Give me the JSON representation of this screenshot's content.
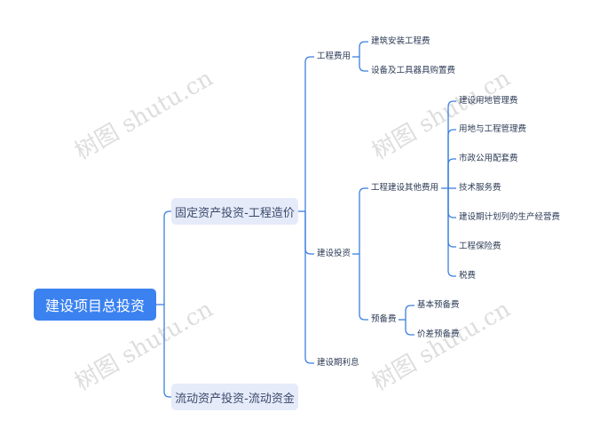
{
  "watermark": "树图 shutu.cn",
  "colors": {
    "line": "#3b7fe0",
    "root_bg": "#3b82f0",
    "l1_bg": "#e6ebfa",
    "text": "#2b3a55"
  },
  "root": {
    "label": "建设项目总投资"
  },
  "branches": [
    {
      "label": "固定资产投资-工程造价",
      "children": [
        {
          "label": "工程费用",
          "children": [
            {
              "label": "建筑安装工程费"
            },
            {
              "label": "设备及工具器具购置费"
            }
          ]
        },
        {
          "label": "建设投资",
          "children": [
            {
              "label": "工程建设其他费用",
              "children": [
                {
                  "label": "建设用地管理费"
                },
                {
                  "label": "用地与工程管理费"
                },
                {
                  "label": "市政公用配套费"
                },
                {
                  "label": "技术服务费"
                },
                {
                  "label": "建设期计划列的生产经营费"
                },
                {
                  "label": "工程保险费"
                },
                {
                  "label": "税费"
                }
              ]
            },
            {
              "label": "预备费",
              "children": [
                {
                  "label": "基本预备费"
                },
                {
                  "label": "价差预备费"
                }
              ]
            }
          ]
        },
        {
          "label": "建设期利息"
        }
      ]
    },
    {
      "label": "流动资产投资-流动资金"
    }
  ]
}
